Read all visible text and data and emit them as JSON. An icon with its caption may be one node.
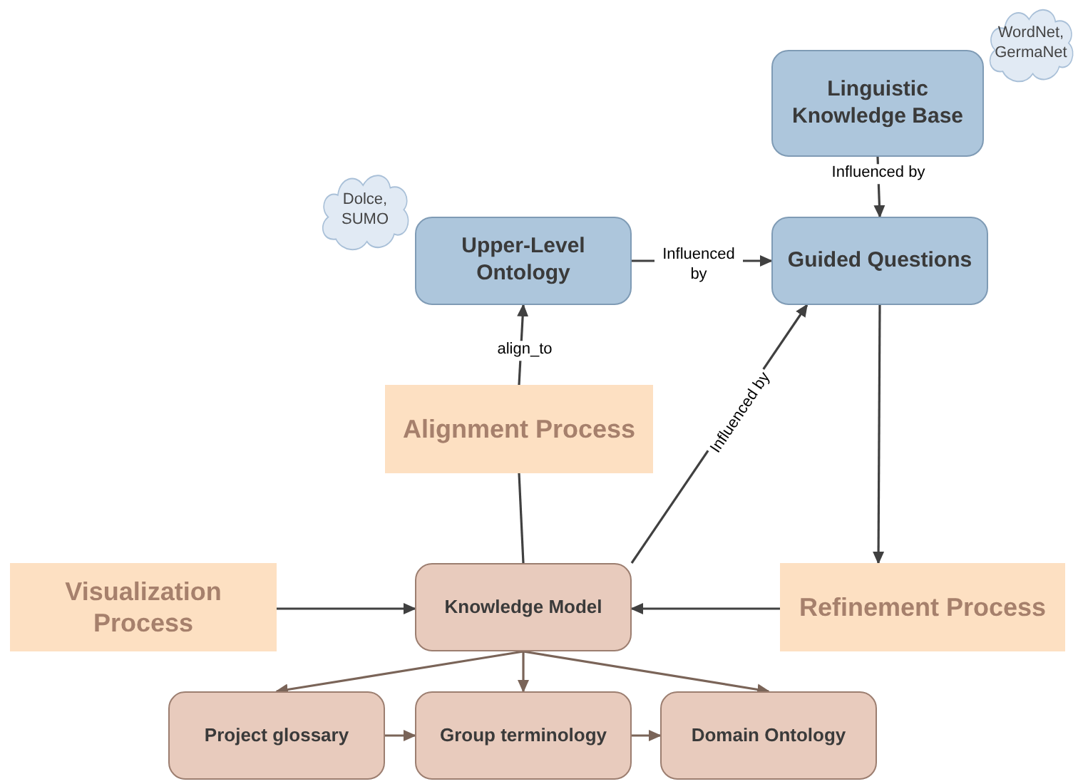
{
  "diagram": {
    "nodes": [
      {
        "text": [
          "Linguistic Knowledge Base"
        ]
      },
      {
        "text": [
          "WordNet, GermaNet"
        ]
      },
      {
        "text": [
          "Upper-Level Ontology"
        ]
      },
      {
        "text": [
          "Dolce, SUMO"
        ]
      },
      {
        "text": [
          "Guided Questions"
        ]
      },
      {
        "text": [
          "Alignment Process"
        ]
      },
      {
        "text": [
          "Visualization Process"
        ]
      },
      {
        "text": [
          "Knowledge Model"
        ]
      },
      {
        "text": [
          "Refinement Process"
        ]
      },
      {
        "text": [
          "Project glossary"
        ]
      },
      {
        "text": [
          "Group terminology"
        ]
      },
      {
        "text": [
          "Domain Ontology"
        ]
      }
    ],
    "edges": [
      {
        "from": 0,
        "to": 4,
        "arrow": "to",
        "label": "Influenced by"
      },
      {
        "from": 2,
        "to": 4,
        "arrow": "to",
        "label": "Influenced by"
      },
      {
        "from": 5,
        "to": 2,
        "arrow": "to",
        "label": "align_to"
      },
      {
        "from": 7,
        "to": 5,
        "arrow": "none"
      },
      {
        "from": 7,
        "to": 4,
        "arrow": "to",
        "label": "Influenced by"
      },
      {
        "from": 4,
        "to": 8,
        "arrow": "to"
      },
      {
        "from": 8,
        "to": 7,
        "arrow": "to"
      },
      {
        "from": 6,
        "to": 7,
        "arrow": "to"
      },
      {
        "from": 7,
        "to": 9,
        "arrow": "to",
        "color": "#7a6458"
      },
      {
        "from": 7,
        "to": 10,
        "arrow": "to",
        "color": "#7a6458"
      },
      {
        "from": 7,
        "to": 11,
        "arrow": "to",
        "color": "#7a6458"
      },
      {
        "from": 9,
        "to": 10,
        "arrow": "to",
        "color": "#7a6458"
      },
      {
        "from": 10,
        "to": 11,
        "arrow": "to",
        "color": "#7a6458"
      }
    ]
  }
}
